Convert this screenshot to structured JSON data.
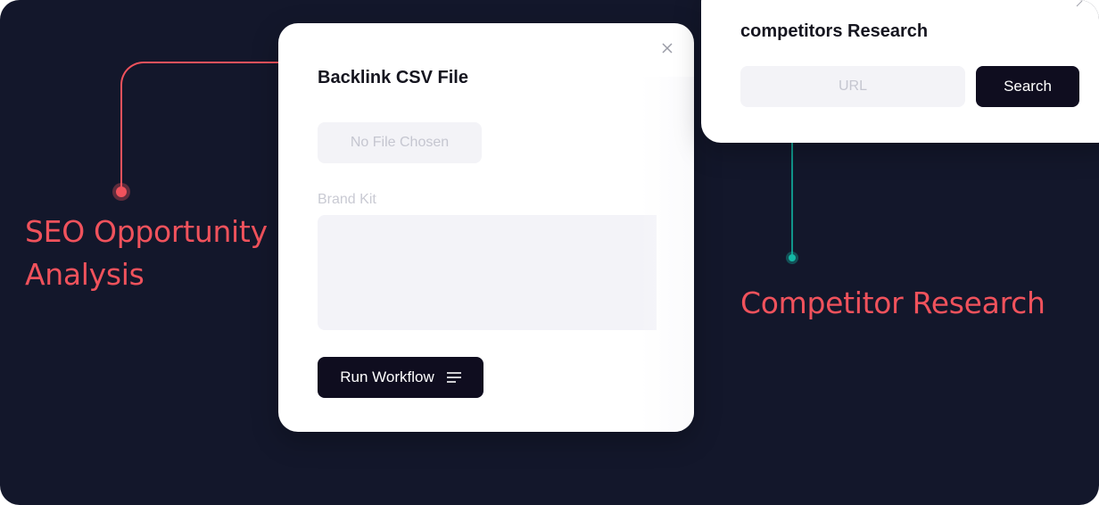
{
  "features": {
    "left_label": "SEO Opportunity Analysis",
    "right_label": "Competitor Research"
  },
  "modal": {
    "title": "Backlink CSV File",
    "close_icon": "close-icon",
    "file_chooser_label": "No File Chosen",
    "brand_kit_label": "Brand Kit",
    "brand_kit_value": "",
    "run_button_label": "Run Workflow",
    "run_button_icon": "lines-icon"
  },
  "research_card": {
    "title": "competitors Research",
    "url_placeholder": "URL",
    "search_button_label": "Search"
  },
  "colors": {
    "background": "#13172b",
    "accent_red": "#f0525c",
    "accent_teal": "#14b8a6",
    "button_dark": "#0f0d1f",
    "input_bg": "#f3f3f7"
  }
}
